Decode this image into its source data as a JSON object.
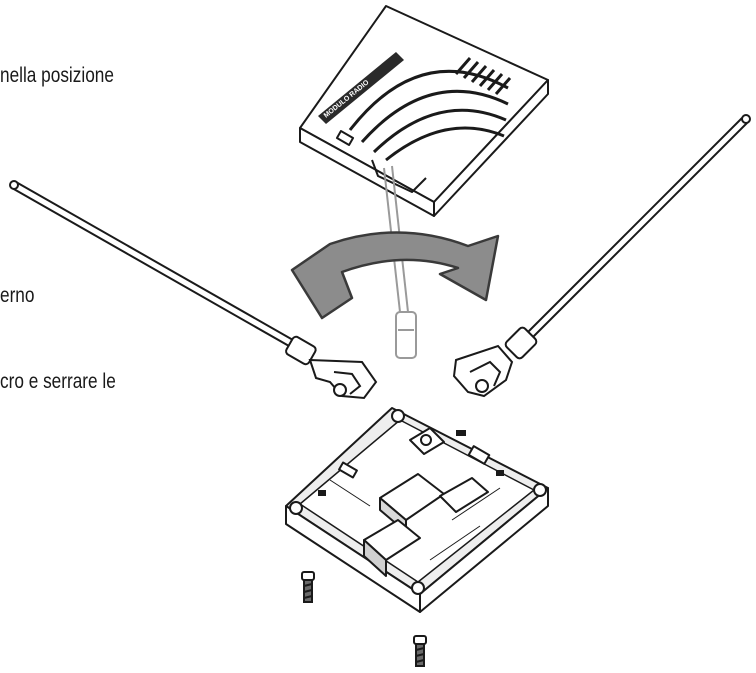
{
  "instructions": {
    "line1": "nella posizione",
    "line2": "erno",
    "line3": "cro e serrare le"
  },
  "module_label": "MODULO RADIO",
  "colors": {
    "ink": "#1a1a1a",
    "arrow_fill": "#8c8c8c",
    "arrow_stroke": "#3a3a3a",
    "board": "#eeeeee"
  },
  "icons": {
    "radio-module": "rf-module-with-antenna-arcs",
    "rotation-arrow": "double-headed-curved-arrow",
    "antenna": "whip-antenna",
    "pcb": "control-board",
    "screw": "screw"
  }
}
